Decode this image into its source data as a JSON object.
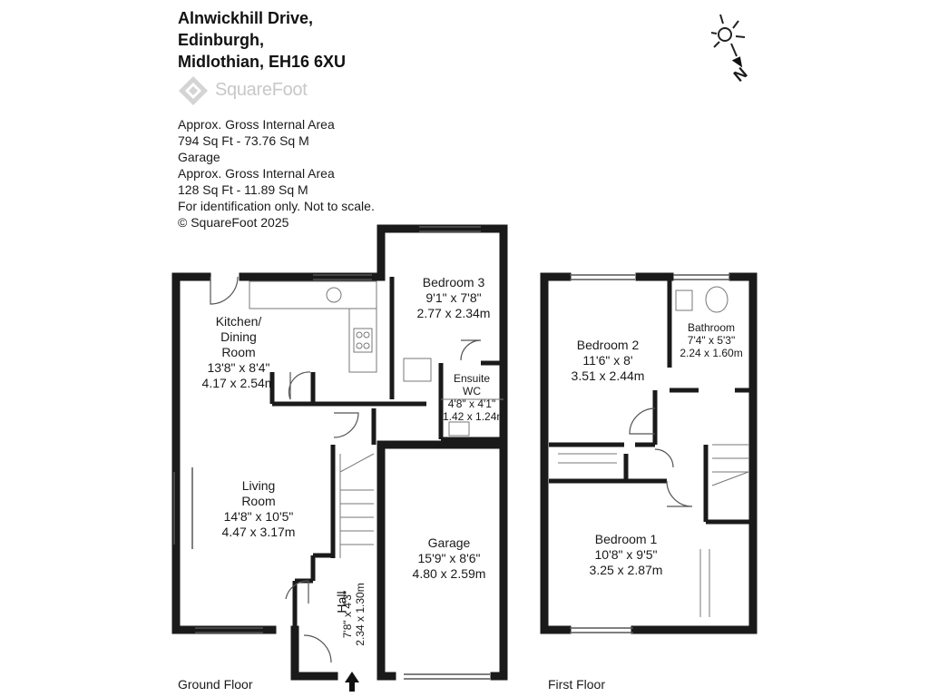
{
  "address": {
    "line1": "Alnwickhill Drive,",
    "line2": "Edinburgh,",
    "line3": "Midlothian, EH16 6XU"
  },
  "logo": {
    "text": "SquareFoot"
  },
  "info": {
    "line1": "Approx. Gross Internal Area",
    "line2": "794 Sq Ft  -  73.76 Sq M",
    "line3": "Garage",
    "line4": "Approx. Gross Internal Area",
    "line5": "128 Sq Ft  -  11.89 Sq M",
    "line6": "For identification only. Not to scale.",
    "line7": "© SquareFoot 2025"
  },
  "compass": {
    "north_label": "N",
    "icon": "sun-compass-icon"
  },
  "floors": {
    "ground": "Ground Floor",
    "first": "First Floor"
  },
  "rooms": {
    "kitchen": {
      "name1": "Kitchen/",
      "name2": "Dining",
      "name3": "Room",
      "imperial": "13'8\" x 8'4\"",
      "metric": "4.17 x 2.54m"
    },
    "bedroom3": {
      "name": "Bedroom 3",
      "imperial": "9'1\" x 7'8\"",
      "metric": "2.77 x 2.34m"
    },
    "ensuite": {
      "name1": "Ensuite",
      "name2": "WC",
      "imperial": "4'8\" x 4'1\"",
      "metric": "1.42 x 1.24m"
    },
    "living": {
      "name1": "Living",
      "name2": "Room",
      "imperial": "14'8\" x 10'5\"",
      "metric": "4.47 x 3.17m"
    },
    "garage": {
      "name": "Garage",
      "imperial": "15'9\" x 8'6\"",
      "metric": "4.80 x 2.59m"
    },
    "hall": {
      "name": "Hall",
      "imperial": "7'8\" x 4'3\"",
      "metric": "2.34 x 1.30m"
    },
    "bedroom2": {
      "name": "Bedroom 2",
      "imperial": "11'6\" x 8'",
      "metric": "3.51 x 2.44m"
    },
    "bathroom": {
      "name": "Bathroom",
      "imperial": "7'4\" x 5'3\"",
      "metric": "2.24 x 1.60m"
    },
    "bedroom1": {
      "name": "Bedroom 1",
      "imperial": "10'8\" x 9'5\"",
      "metric": "3.25 x 2.87m"
    }
  }
}
